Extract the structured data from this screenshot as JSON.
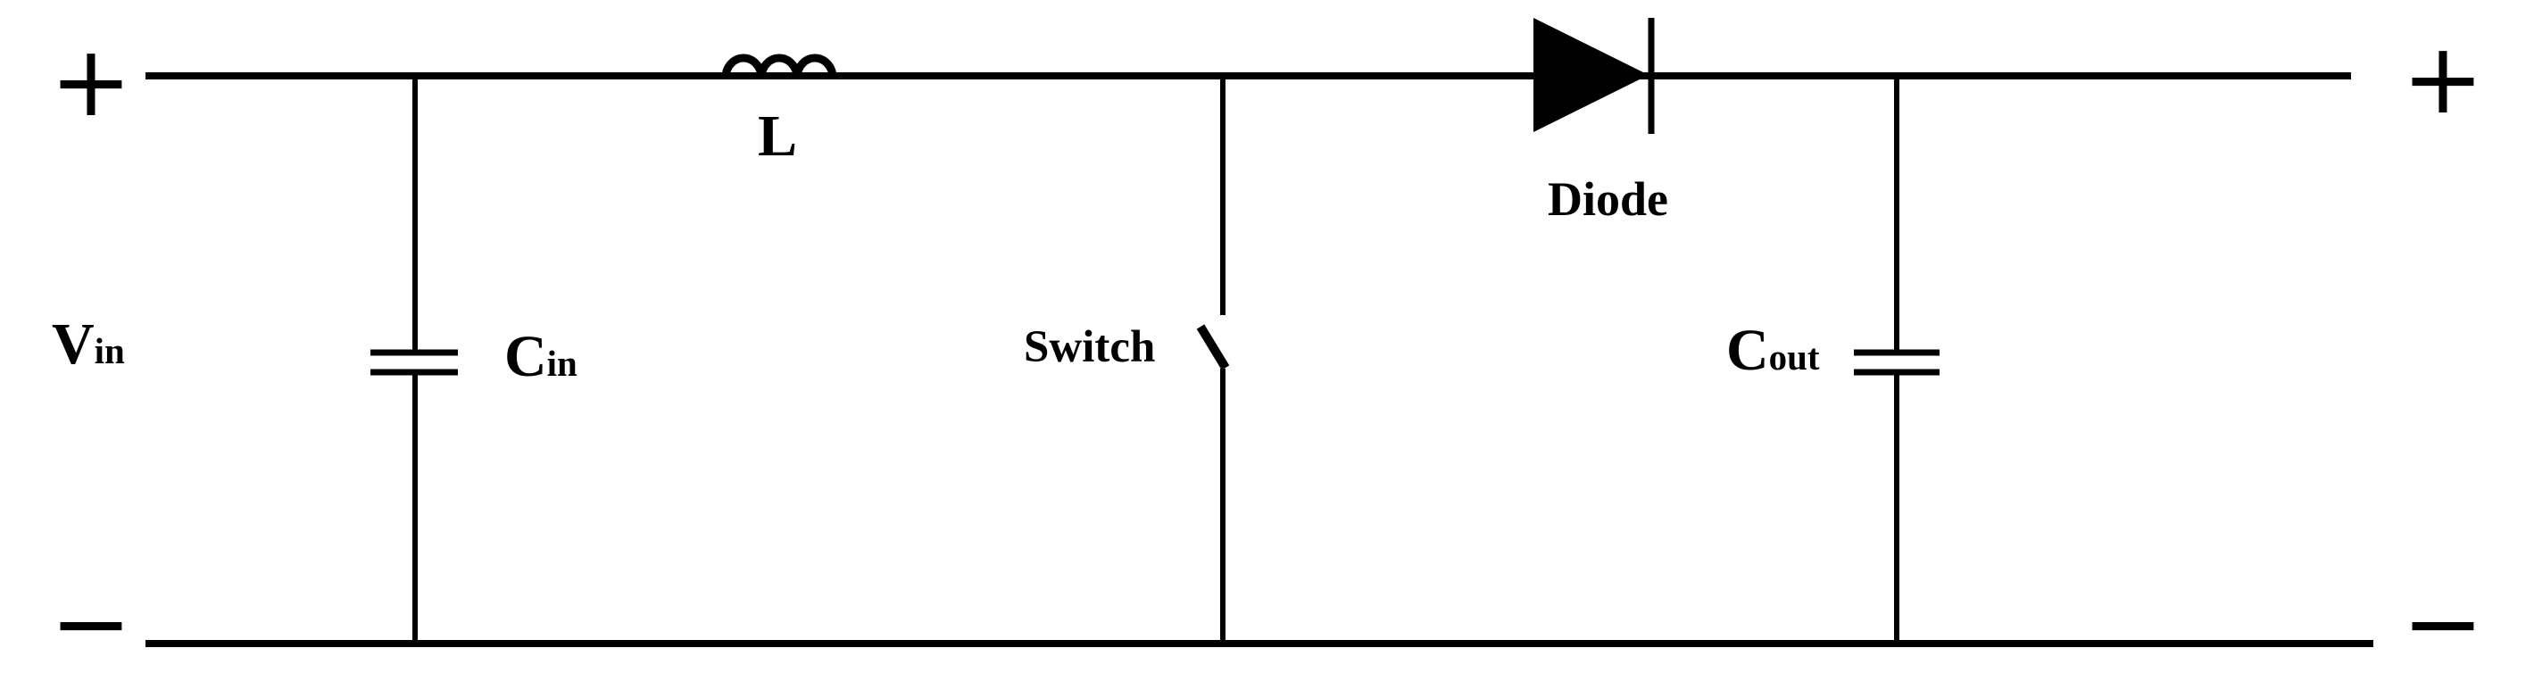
{
  "diagram_type": "circuit-schematic",
  "colors": {
    "line": "#000000",
    "background": "#ffffff"
  },
  "terminals": {
    "input_plus": "+",
    "input_minus": "−",
    "output_plus": "+",
    "output_minus": "−"
  },
  "labels": {
    "input_voltage": {
      "main": "V",
      "sub": "in"
    },
    "input_capacitor": {
      "main": "C",
      "sub": "in"
    },
    "inductor": {
      "main": "L",
      "sub": ""
    },
    "switch": {
      "main": "Switch",
      "sub": ""
    },
    "diode": {
      "main": "Diode",
      "sub": ""
    },
    "output_capacitor": {
      "main": "C",
      "sub": "out"
    }
  },
  "symbols": {
    "inductor": "three-hump-coil",
    "input_capacitor": "parallel-plate-capacitor",
    "output_capacitor": "parallel-plate-capacitor",
    "switch": "open-switch-blade",
    "diode": "filled-triangle-with-cathode-bar"
  }
}
